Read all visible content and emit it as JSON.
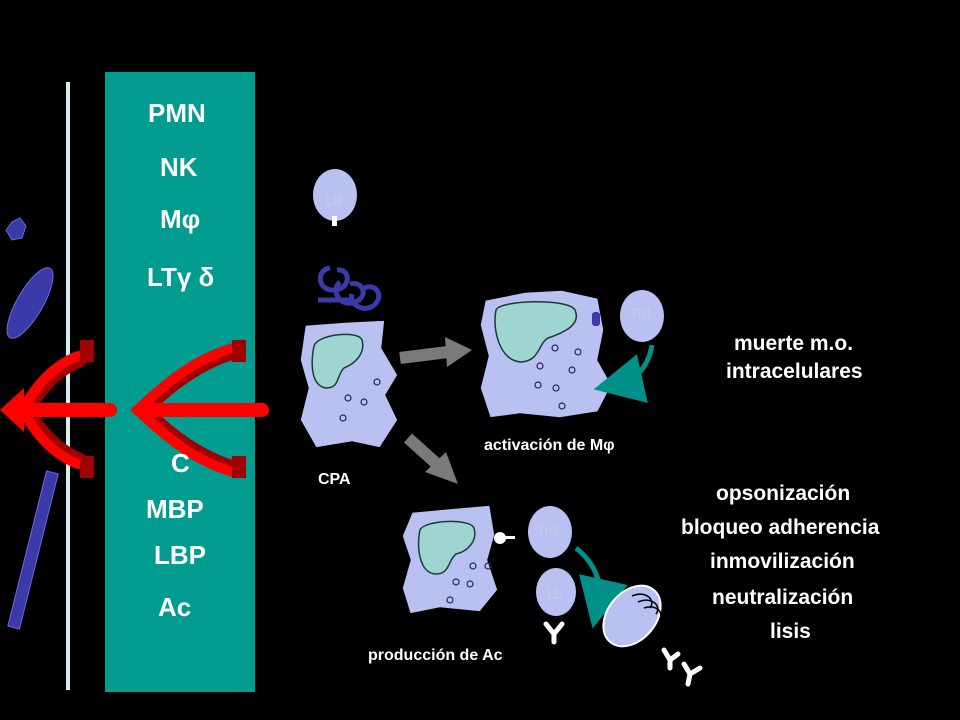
{
  "colors": {
    "background": "#000000",
    "band": "#009c90",
    "cell_fill": "#b9c0f2",
    "nucleus_fill": "#9ed5d0",
    "arrow_red": "#ff0000",
    "arrow_grey": "#7a7a7a",
    "arrow_teal": "#00908a",
    "rbc_blue": "#3a3aa8"
  },
  "band_labels": {
    "pmn": "PMN",
    "nk": "NK",
    "mphi": "Mφ",
    "lt": "LTγ δ",
    "c": "C",
    "mbp": "MBP",
    "lbp": "LBP",
    "ac": "Ac"
  },
  "cells": {
    "lb_top": "LB",
    "th1": "Th1",
    "th2": "Th2",
    "lb_bottom": "LB"
  },
  "captions": {
    "cpa": "CPA",
    "activation": "activación de Mφ",
    "production": "producción de Ac"
  },
  "outcomes": {
    "intracellular": [
      "muerte m.o.",
      "intracelulares"
    ],
    "humoral": [
      "opsonización",
      "bloqueo adherencia",
      "inmovilización",
      "neutralización",
      "lisis"
    ]
  }
}
